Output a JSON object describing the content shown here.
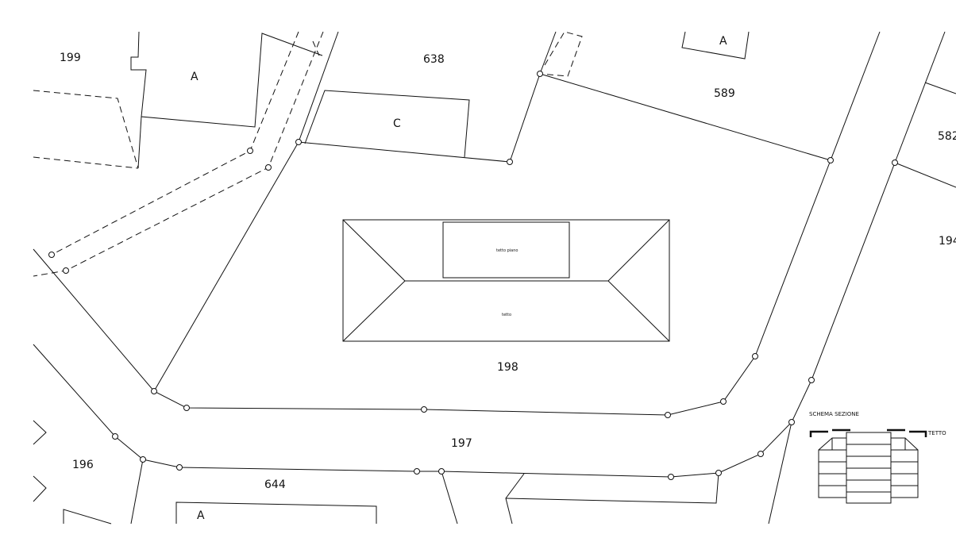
{
  "parcels": {
    "p199": "199",
    "p638": "638",
    "pA1": "A",
    "pA2": "A",
    "pC": "C",
    "p589": "589",
    "p582": "582",
    "p194": "194",
    "p198": "198",
    "p197": "197",
    "p196": "196",
    "p644": "644",
    "pA3": "A"
  },
  "building": {
    "flat_roof_label": "tetto piano",
    "roof_label": "tetto"
  },
  "section_schema": {
    "title": "SCHEMA SEZIONE",
    "roof_label": "TETTO"
  }
}
